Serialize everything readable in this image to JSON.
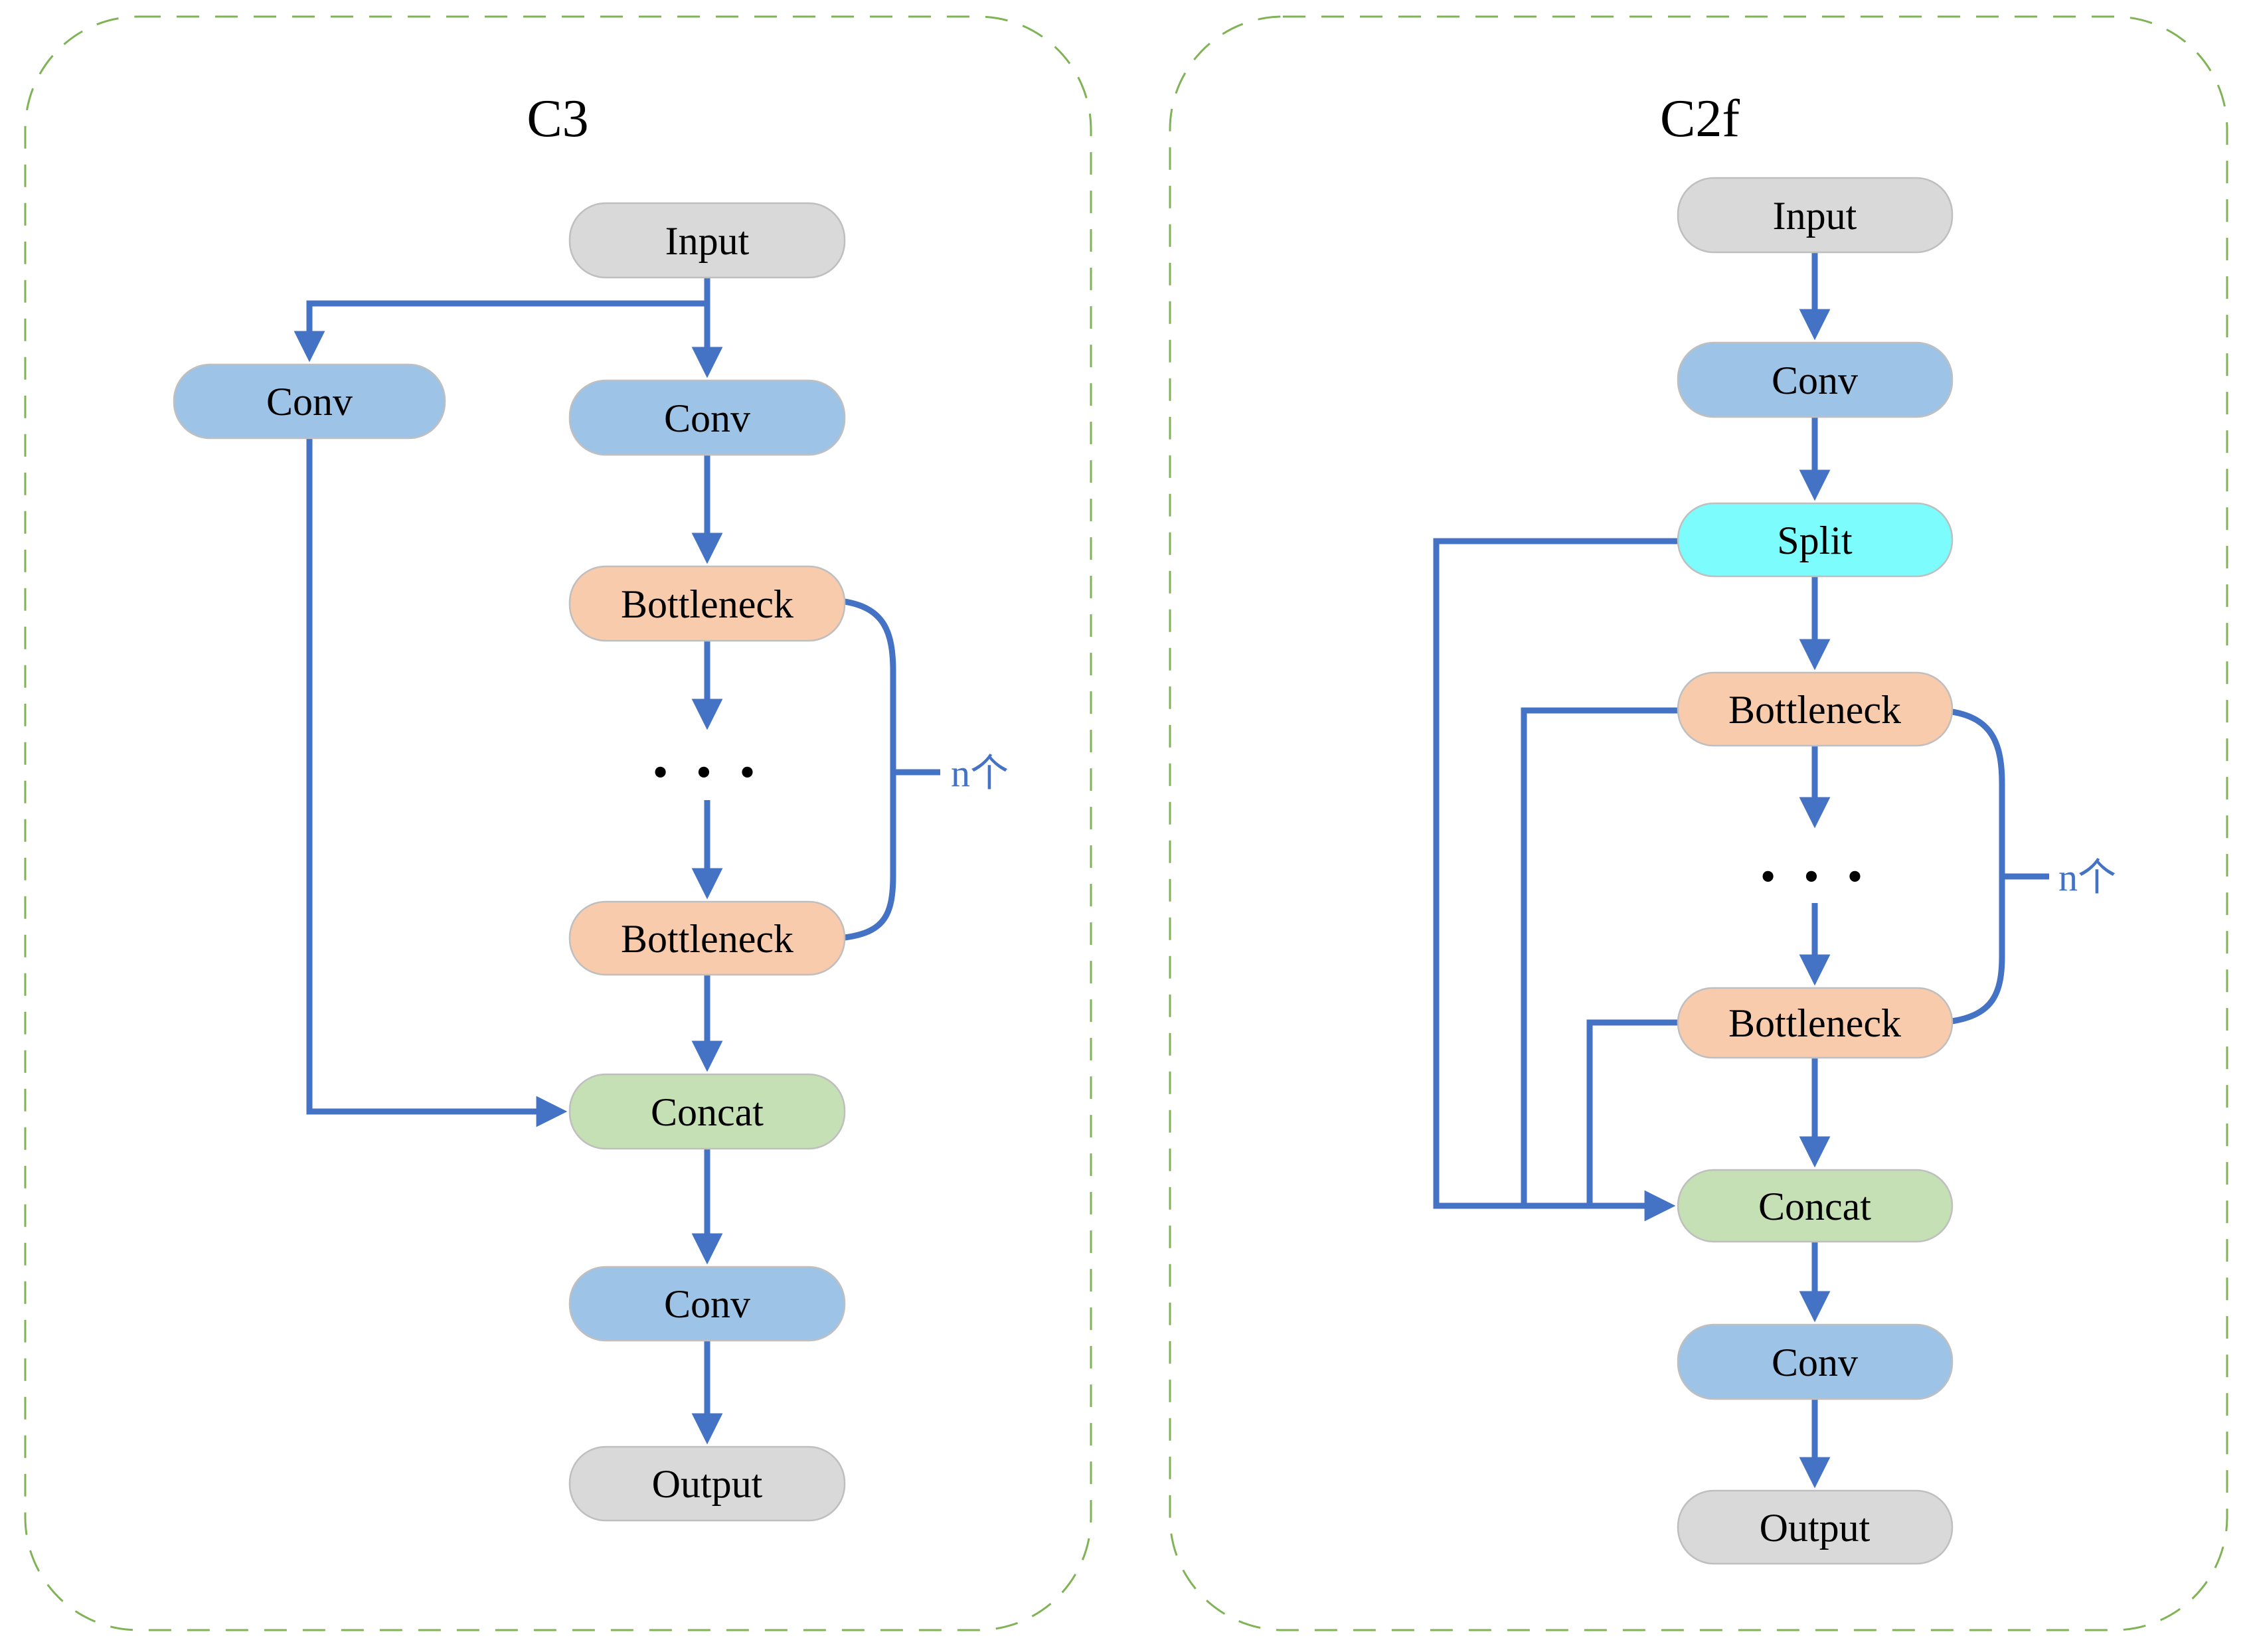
{
  "colors": {
    "arrow": "#4472C4",
    "panel_border": "#7FB356",
    "node_border": "#BFBFBF",
    "io_fill": "#D9D9D9",
    "conv_fill": "#9DC3E6",
    "bottleneck_fill": "#F8CBAD",
    "concat_fill": "#C5E0B4",
    "split_fill": "#7CFCFC"
  },
  "c3": {
    "title": "C3",
    "nodes": {
      "input": "Input",
      "conv_branch": "Conv",
      "conv_main": "Conv",
      "bottleneck_top": "Bottleneck",
      "bottleneck_bottom": "Bottleneck",
      "concat": "Concat",
      "conv_out": "Conv",
      "output": "Output"
    },
    "ellipsis": "• • •",
    "repeat_label": "n个"
  },
  "c2f": {
    "title": "C2f",
    "nodes": {
      "input": "Input",
      "conv_in": "Conv",
      "split": "Split",
      "bottleneck_top": "Bottleneck",
      "bottleneck_bottom": "Bottleneck",
      "concat": "Concat",
      "conv_out": "Conv",
      "output": "Output"
    },
    "ellipsis": "• • •",
    "repeat_label": "n个"
  }
}
